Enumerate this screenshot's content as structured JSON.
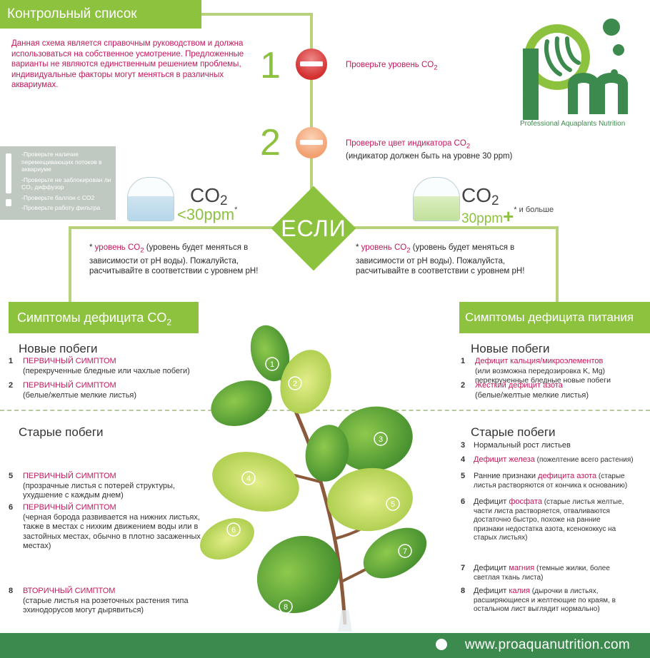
{
  "title": "Контрольный список дефицита",
  "disclaimer": "Данная схема является справочным руководством и должна использоваться на собственное усмотрение. Предложенные варианты не являются единственным решением проблемы, индивидуальные факторы могут меняться в различных аквариумах.",
  "steps": [
    {
      "num": "1",
      "text": "Проверьте уровень CO",
      "sub": "2",
      "extra": ""
    },
    {
      "num": "2",
      "text": "Проверьте цвет индикатора CO",
      "sub": "2",
      "extra": "(индикатор должен быть на уровне 30 ppm)"
    }
  ],
  "tips": [
    "-Проверьте наличие перемещивающих потоков в аквариуме",
    "-Проверьте не заблокирован ли CO₂ диффузор",
    "-Проверьте баллон с CO2",
    "-Проверьте работу фильтра"
  ],
  "left_co2": {
    "label": "CO",
    "sub": "2",
    "value": "<30ppm",
    "star": "*"
  },
  "right_co2": {
    "label": "CO",
    "sub": "2",
    "value": "30ppm",
    "plus": "+",
    "more": "* и больше"
  },
  "decision": "ЕСЛИ",
  "note": {
    "star": "* ",
    "cap": "уровень CO",
    "sub": "2",
    "rest": " (уровень будет меняться в зависимости от pH воды). Пожалуйста, расчитывайте в соответствии с уровнем pH!"
  },
  "left_header": "Симптомы дефицита CO",
  "left_header_sub": "2",
  "right_header": "Симптомы дефицита питания",
  "new_shoots": "Новые побеги",
  "old_shoots": "Старые побеги",
  "left_new": [
    {
      "num": "1",
      "cap": "ПЕРВИЧНЫЙ СИМПТОМ",
      "desc": "(перекрученные бледные или чахлые побеги)"
    },
    {
      "num": "2",
      "cap": "ПЕРВИЧНЫЙ СИМПТОМ",
      "desc": "(белые/желтые мелкие листья)"
    }
  ],
  "left_old": [
    {
      "num": "5",
      "cap": "ПЕРВИЧНЫЙ СИМПТОМ",
      "desc": "(прозрачные листья с потерей структуры, ухудшение с каждым днем)"
    },
    {
      "num": "6",
      "cap": "ПЕРВИЧНЫЙ СИМПТОМ",
      "desc": "(черная борода развивается на нижних листьях, также в местах с нихким движением воды или в застойных местах, обычно в плотно засаженных местах)"
    },
    {
      "num": "8",
      "cap": "ВТОРИЧНЫЙ СИМПТОМ",
      "desc": "(старые листья на розеточных растения типа эхинодорусов могут дырявиться)"
    }
  ],
  "right_new": [
    {
      "num": "1",
      "cap": "Дефицит кальция/микроэлементов",
      "desc": "(или возможна передозировка K, Mg) перекрученные бледные  новые побеги"
    },
    {
      "num": "2",
      "cap": "Жесткий дефицит азота",
      "desc": "(белые/желтые мелкие листья)"
    }
  ],
  "right_old": [
    {
      "num": "3",
      "pre": "Нормальный рост листьев",
      "cap": "",
      "post": ""
    },
    {
      "num": "4",
      "pre": "",
      "cap": "Дефицит железа",
      "post": " (пожелтение всего растения)"
    },
    {
      "num": "5",
      "pre": "Ранние признаки ",
      "cap": "дефицита азота",
      "post": " (старые листья растворяются от кончика к основанию)"
    },
    {
      "num": "6",
      "pre": "Дефицит ",
      "cap": "фосфата",
      "post": " (старые листья желтые, части листа растворяется, отваливаются достаточно быстро, похоже на ранние признаки недостатка азота, ксенококкус на старых листьях)"
    },
    {
      "num": "7",
      "pre": "Дефицит ",
      "cap": "магния",
      "post": " (темные жилки, более светлая ткань листа)"
    },
    {
      "num": "8",
      "pre": "Дефицит ",
      "cap": "калия",
      "post": " (дырочки в листьях, расширяющиеся и желтеющие по краям, в остальном лист выглядит нормально)"
    }
  ],
  "leaf_markers": [
    "1",
    "2",
    "3",
    "4",
    "5",
    "6",
    "7",
    "8"
  ],
  "logo": {
    "brand": "Professional Aquaplants Nutrition",
    "side": "WWW.PROAQUANUTRITION.COM"
  },
  "footer_url": "www.proaquanutrition.com",
  "colors": {
    "accent": "#8dc23f",
    "magenta": "#c2185b",
    "footer": "#3d8a4e"
  }
}
